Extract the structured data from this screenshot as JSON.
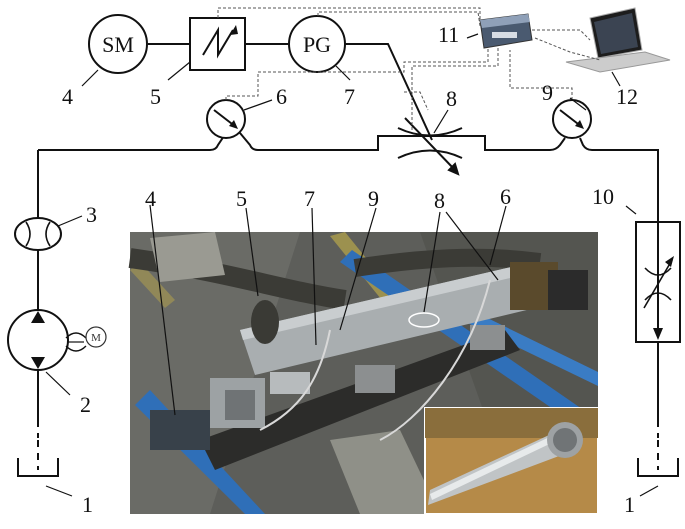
{
  "diagram": {
    "symbols": {
      "sm": "SM",
      "pg": "PG",
      "motor": "M"
    },
    "callouts": {
      "c1_left": "1",
      "c1_right": "1",
      "c2": "2",
      "c3": "3",
      "c4_top": "4",
      "c4_photo": "4",
      "c5_top": "5",
      "c5_photo": "5",
      "c6_top": "6",
      "c6_photo": "6",
      "c7_top": "7",
      "c7_photo": "7",
      "c8_top": "8",
      "c8_photo": "8",
      "c9_top": "9",
      "c9_photo": "9",
      "c10": "10",
      "c11": "11",
      "c12": "12"
    },
    "colors": {
      "line": "#111111",
      "signal": "#555555",
      "photo_floor": "#5d5e5a",
      "rail": "#2f6fb8",
      "pipe": "#a9aeb0"
    }
  }
}
